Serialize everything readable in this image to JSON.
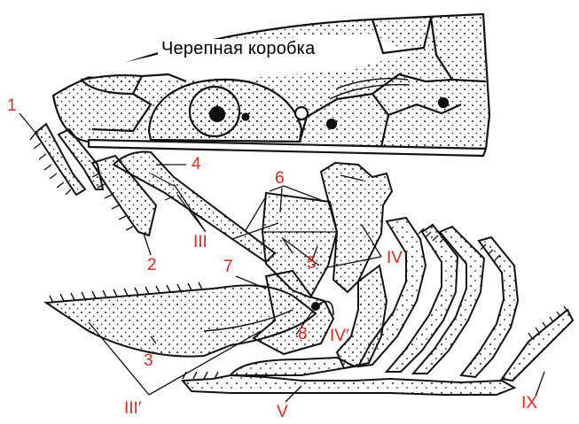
{
  "title": "Черепная коробка",
  "colors": {
    "line": "#111111",
    "fill": "#fbfbf8",
    "label": "#e8261e",
    "dot": "#222222"
  },
  "labels": {
    "l1": "1",
    "l2": "2",
    "l3": "3",
    "l4": "4",
    "l5": "5",
    "l6": "6",
    "l7": "7",
    "l8": "8",
    "l3r": "III",
    "l3p": "III′",
    "l4r": "IV",
    "l4p": "IV′",
    "l5r": "V",
    "l9r": "IX"
  }
}
